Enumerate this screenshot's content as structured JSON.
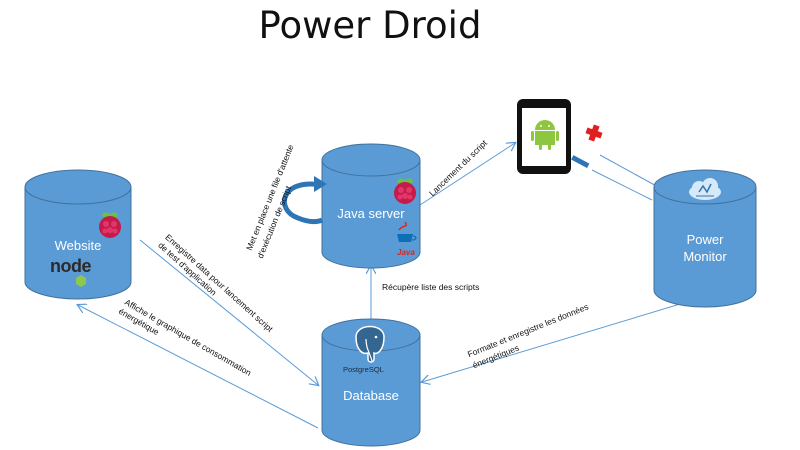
{
  "title": "Power Droid",
  "nodes": {
    "website": "Website",
    "java_server": "Java server",
    "database": "Database",
    "power_monitor_line1": "Power",
    "power_monitor_line2": "Monitor",
    "phone": "Android phone"
  },
  "logos": {
    "node": "node",
    "java": "Java",
    "postgresql": "PostgreSQL"
  },
  "edges": {
    "website_to_db_line1": "Enregistre data pour lancement script",
    "website_to_db_line2": "de test d'application",
    "db_to_website_line1": "Affiche le graphique de consommation",
    "db_to_website_line2": "énergétique",
    "java_loop_line1": "Met en place une file d'attente",
    "java_loop_line2": "d'exécution de script",
    "java_to_phone": "Lancement du script",
    "db_to_java": "Récupère liste des scripts",
    "monitor_to_db_line1": "Formate et enregistre les données",
    "monitor_to_db_line2": "énergétiques"
  },
  "colors": {
    "cylinder_fill": "#5b9bd5",
    "cylinder_stroke": "#41719c",
    "arrow": "#5b9bd5",
    "plus_sign": "#e02020",
    "minus_sign": "#2e75b6"
  },
  "icons": [
    "raspberry-pi-icon",
    "node-js-icon",
    "java-icon",
    "postgresql-elephant-icon",
    "android-icon",
    "cloud-icon"
  ]
}
